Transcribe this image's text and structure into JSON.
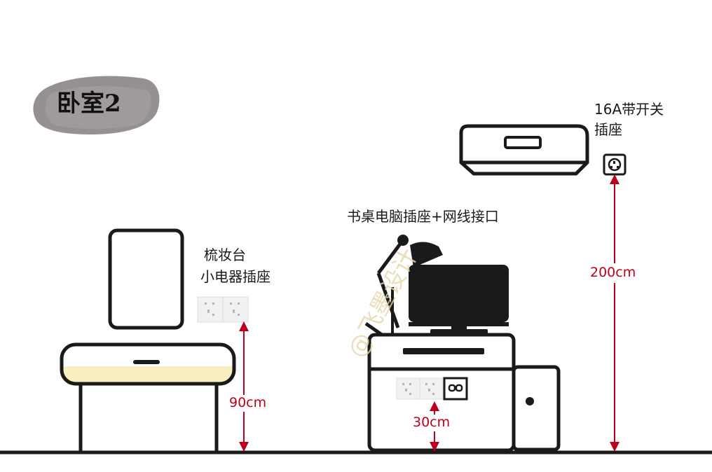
{
  "title": "卧室2",
  "watermark": "@飞墨设计",
  "labels": {
    "vanity_line1": "梳妆台",
    "vanity_line2": "小电器插座",
    "desk": "书桌电脑插座+网线接口",
    "ac_line1": "16A带开关",
    "ac_line2": "插座"
  },
  "dimensions": {
    "vanity": "90cm",
    "desk": "30cm",
    "ac": "200cm"
  },
  "colors": {
    "ink": "#1a1a1a",
    "dimension": "#c0001a",
    "vanity_fill": "#fbeec0",
    "title_brush": "#8a8585",
    "watermark": "#e6d7a8"
  }
}
